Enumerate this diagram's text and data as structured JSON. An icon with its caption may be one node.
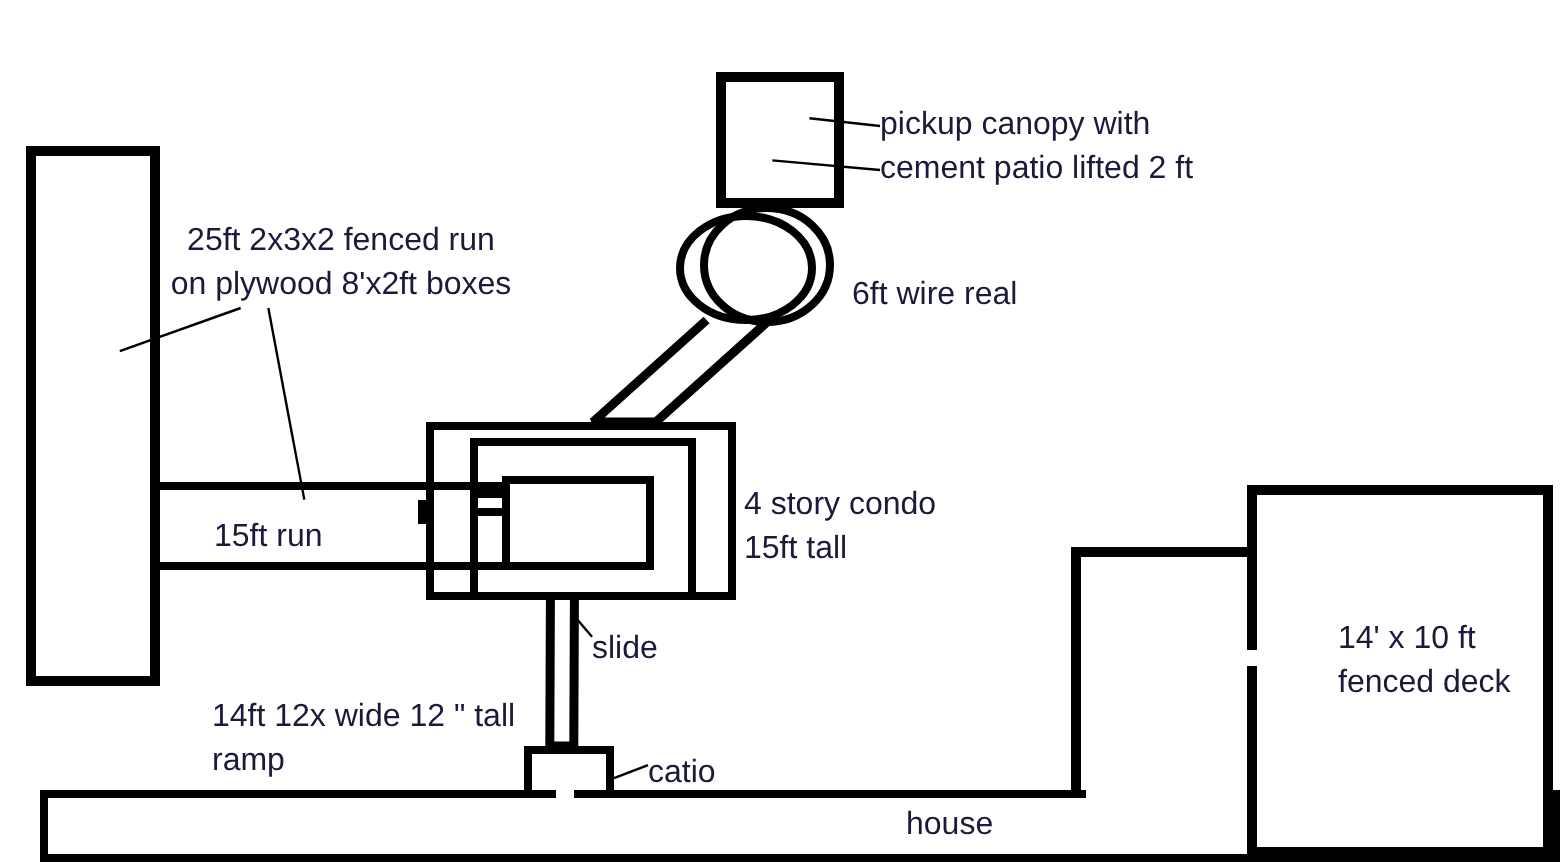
{
  "diagram": {
    "nodes": [
      {
        "text": [
          "25ft 2x3x2 fenced run on plywood 8'x2ft boxes"
        ]
      },
      {
        "text": [],
        "shape": "box"
      },
      {
        "text": [
          "15ft run"
        ]
      },
      {
        "text": [
          "pickup canopy with cement patio lifted 2 ft"
        ]
      },
      {
        "text": [],
        "shape": "box"
      },
      {
        "text": [],
        "shape": "circle",
        "beside": [
          "6ft wire real"
        ]
      },
      {
        "text": [],
        "shape": "box",
        "beside": [
          "4 story condo 15ft tall"
        ]
      },
      {
        "text": [],
        "shape": "box",
        "in": 6
      },
      {
        "text": [],
        "shape": "box",
        "in": 7
      },
      {
        "text": [
          "slide"
        ]
      },
      {
        "text": [],
        "shape": "box"
      },
      {
        "text": [
          "catio"
        ]
      },
      {
        "text": [
          "house"
        ]
      },
      {
        "text": [],
        "shape": "box"
      },
      {
        "text": [
          "14' x 10 ft fenced deck"
        ]
      }
    ],
    "edges": [
      {
        "from": 0,
        "to": 1,
        "arrow": "none"
      },
      {
        "from": 0,
        "to": 2,
        "arrow": "none"
      },
      {
        "from": 3,
        "to": 4,
        "arrow": "none"
      },
      {
        "from": 3,
        "to": 4,
        "arrow": "none"
      },
      {
        "from": 5,
        "to": 6,
        "arrow": "none",
        "style": "thick"
      },
      {
        "from": 6,
        "to": 10,
        "arrow": "none",
        "style": "thick"
      },
      {
        "from": 9,
        "to": null,
        "arrow": "none"
      },
      {
        "from": 11,
        "to": 10,
        "arrow": "none"
      }
    ],
    "labels": [
      "14ft 12x wide 12 \" tall ramp"
    ]
  }
}
